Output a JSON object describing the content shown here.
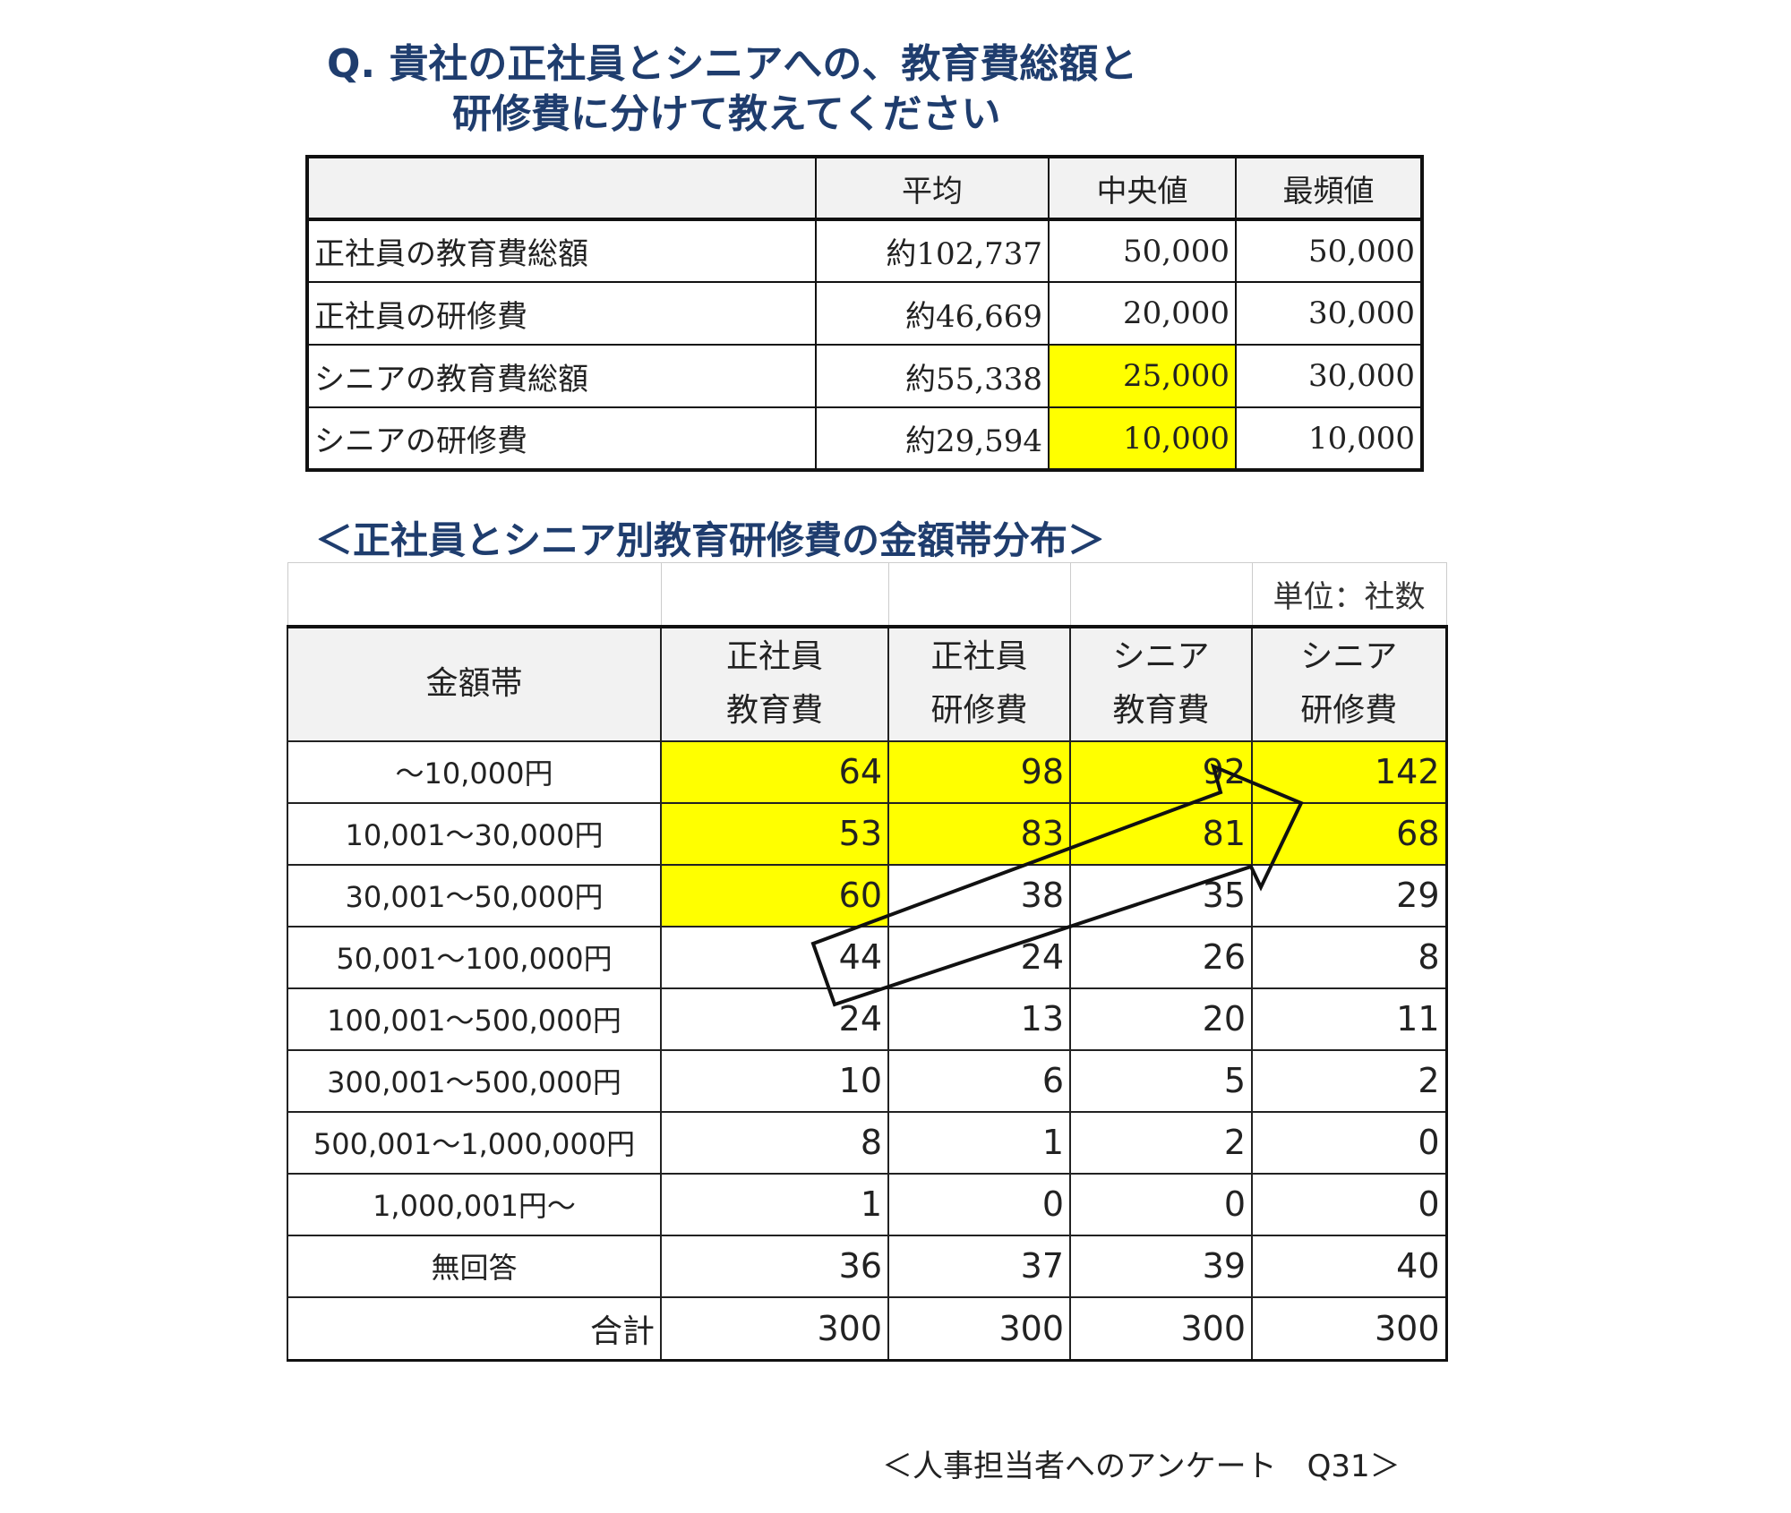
{
  "title": {
    "line1": "Q. 貴社の正社員とシニアへの、教育費総額と",
    "line2": "研修費に分けて教えてください"
  },
  "summary_table": {
    "headers": [
      "",
      "平均",
      "中央値",
      "最頻値"
    ],
    "rows": [
      {
        "label": "正社員の教育費総額",
        "mean": "約102,737",
        "median": "50,000",
        "mode": "50,000",
        "median_highlight": false
      },
      {
        "label": "正社員の研修費",
        "mean": "約46,669",
        "median": "20,000",
        "mode": "30,000",
        "median_highlight": false
      },
      {
        "label": "シニアの教育費総額",
        "mean": "約55,338",
        "median": "25,000",
        "mode": "30,000",
        "median_highlight": true
      },
      {
        "label": "シニアの研修費",
        "mean": "約29,594",
        "median": "10,000",
        "mode": "10,000",
        "median_highlight": true
      }
    ]
  },
  "distribution": {
    "subtitle": "＜正社員とシニア別教育研修費の金額帯分布＞",
    "unit": "単位：社数",
    "headers": {
      "band": "金額帯",
      "cols": [
        [
          "正社員",
          "教育費"
        ],
        [
          "正社員",
          "研修費"
        ],
        [
          "シニア",
          "教育費"
        ],
        [
          "シニア",
          "研修費"
        ]
      ]
    },
    "rows": [
      {
        "band": "～10,000円",
        "values": [
          "64",
          "98",
          "92",
          "142"
        ]
      },
      {
        "band": "10,001～30,000円",
        "values": [
          "53",
          "83",
          "81",
          "68"
        ]
      },
      {
        "band": "30,001～50,000円",
        "values": [
          "60",
          "38",
          "35",
          "29"
        ]
      },
      {
        "band": "50,001～100,000円",
        "values": [
          "44",
          "24",
          "26",
          "8"
        ]
      },
      {
        "band": "100,001～500,000円",
        "values": [
          "24",
          "13",
          "20",
          "11"
        ]
      },
      {
        "band": "300,001～500,000円",
        "values": [
          "10",
          "6",
          "5",
          "2"
        ]
      },
      {
        "band": "500,001～1,000,000円",
        "values": [
          "8",
          "1",
          "2",
          "0"
        ]
      },
      {
        "band": "1,000,001円～",
        "values": [
          "1",
          "0",
          "0",
          "0"
        ]
      },
      {
        "band": "無回答",
        "values": [
          "36",
          "37",
          "39",
          "40"
        ]
      }
    ],
    "total": {
      "label": "合計",
      "values": [
        "300",
        "300",
        "300",
        "300"
      ]
    }
  },
  "footer": "＜人事担当者へのアンケート　Q31＞",
  "colors": {
    "highlight": "#ffff00",
    "title": "#1f3d6e"
  }
}
